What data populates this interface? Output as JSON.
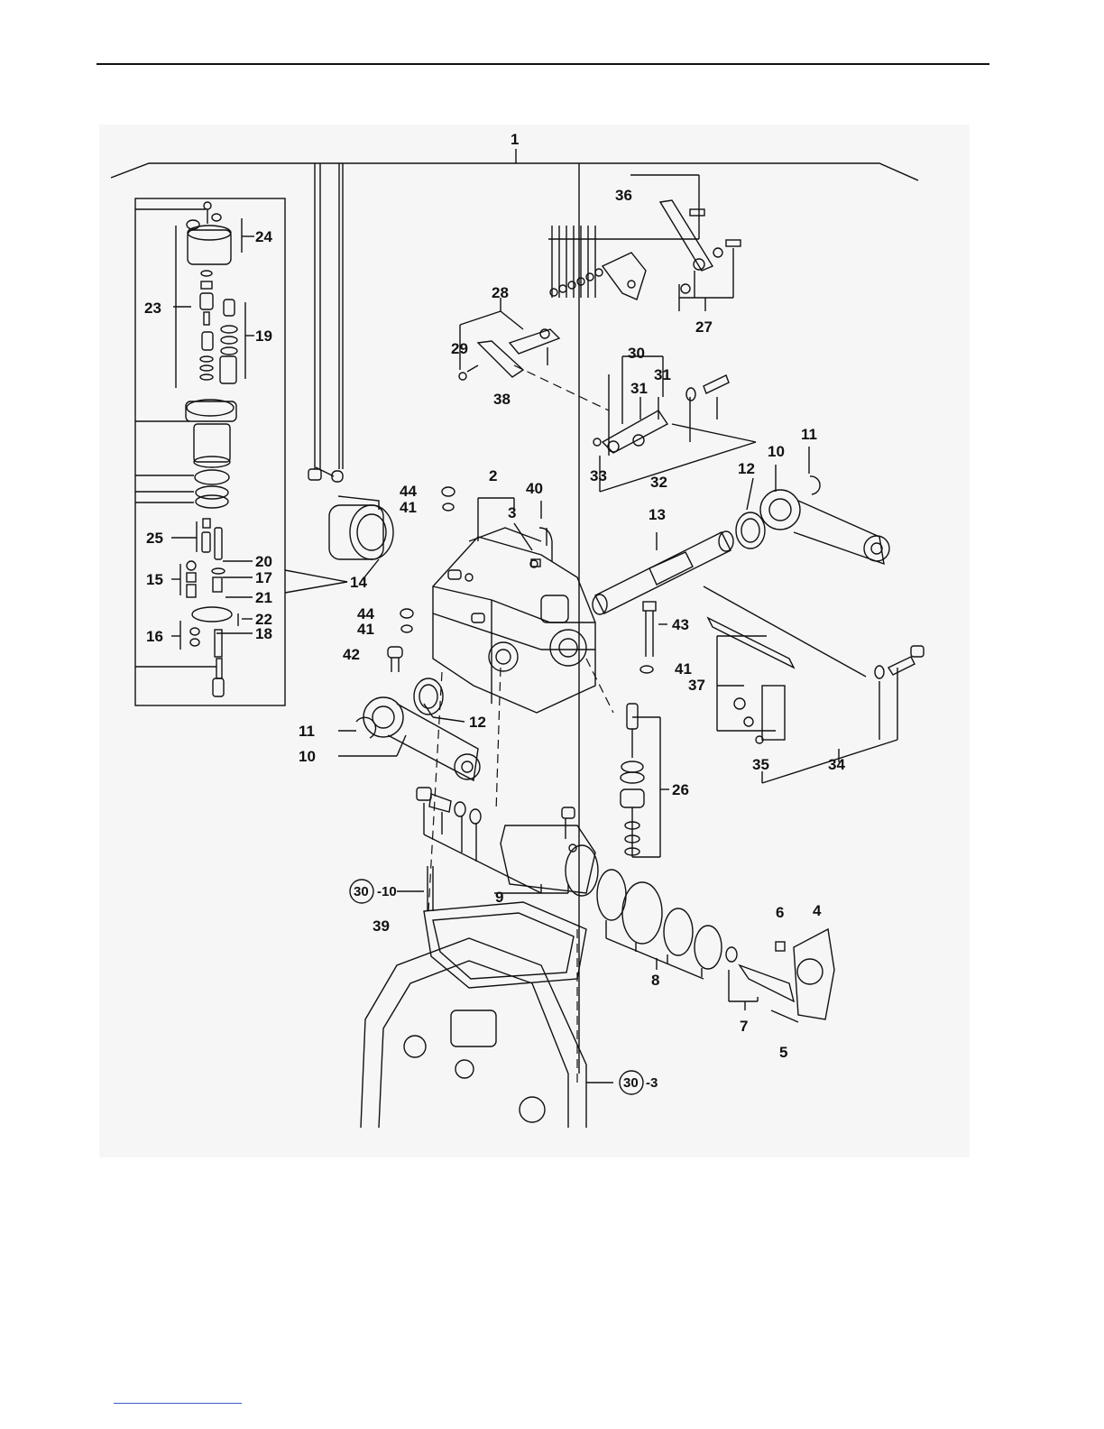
{
  "figure": {
    "callouts": {
      "c1": "1",
      "c2": "2",
      "c3": "3",
      "c4": "4",
      "c5": "5",
      "c6": "6",
      "c7": "7",
      "c8": "8",
      "c9": "9",
      "c10a": "10",
      "c10b": "10",
      "c11a": "11",
      "c11b": "11",
      "c12a": "12",
      "c12b": "12",
      "c13": "13",
      "c14": "14",
      "c15": "15",
      "c16": "16",
      "c17": "17",
      "c18": "18",
      "c19": "19",
      "c20": "20",
      "c21": "21",
      "c22": "22",
      "c23": "23",
      "c24": "24",
      "c25": "25",
      "c26": "26",
      "c27": "27",
      "c28": "28",
      "c29": "29",
      "c30": "30",
      "c31a": "31",
      "c31b": "31",
      "c32": "32",
      "c33": "33",
      "c34": "34",
      "c35": "35",
      "c36": "36",
      "c37": "37",
      "c38": "38",
      "c39": "39",
      "c40": "40",
      "c41a": "41",
      "c41b": "41",
      "c41c": "41",
      "c42": "42",
      "c43": "43",
      "c44a": "44",
      "c44b": "44"
    },
    "refs": {
      "ref_a_num": "30",
      "ref_a_suffix": "-10",
      "ref_b_num": "30",
      "ref_b_suffix": "-3"
    }
  }
}
